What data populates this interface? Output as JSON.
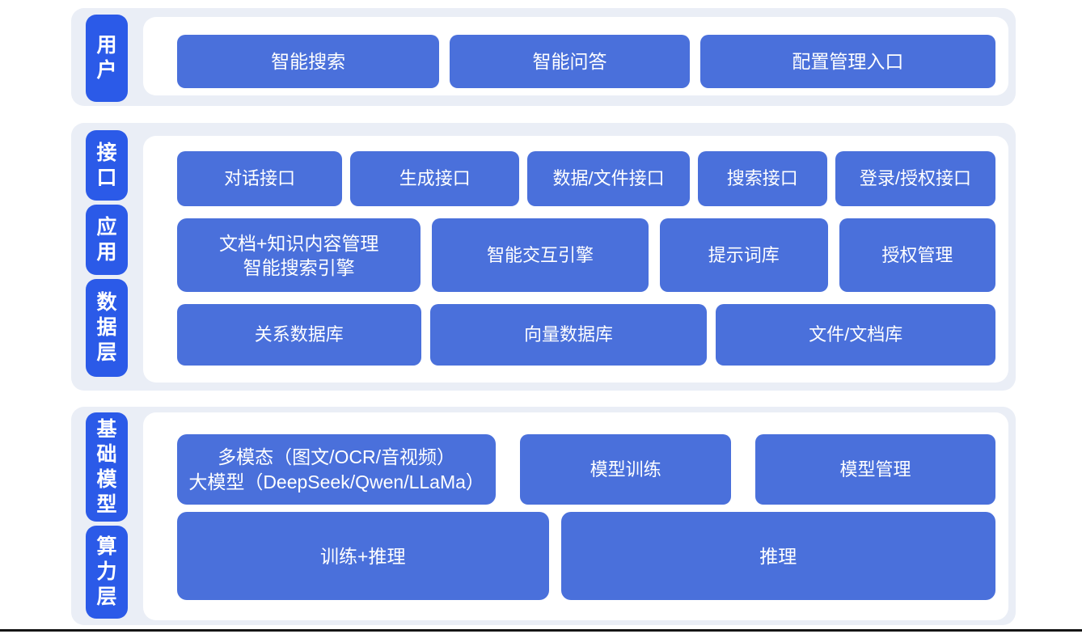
{
  "colors": {
    "section_background": "#eaeef6",
    "layer_label_blue": "#2b5ae8",
    "box_blue": "#4a70db",
    "box_text": "#ffffff",
    "bottom_rule": "#161616"
  },
  "sections": [
    {
      "name": "user-layer",
      "labels": [
        {
          "text": "用户"
        }
      ],
      "rows": [
        [
          {
            "text": "智能搜索"
          },
          {
            "text": "智能问答"
          },
          {
            "text": "配置管理入口"
          }
        ]
      ]
    },
    {
      "name": "interface-application-data-layer",
      "labels": [
        {
          "text": "接口"
        },
        {
          "text": "应用"
        },
        {
          "text": "数据层"
        }
      ],
      "rows": [
        [
          {
            "text": "对话接口"
          },
          {
            "text": "生成接口"
          },
          {
            "text": "数据/文件接口"
          },
          {
            "text": "搜索接口"
          },
          {
            "text": "登录/授权接口"
          }
        ],
        [
          {
            "lines": [
              "文档+知识内容管理",
              "智能搜索引擎"
            ]
          },
          {
            "text": "智能交互引擎"
          },
          {
            "text": "提示词库"
          },
          {
            "text": "授权管理"
          }
        ],
        [
          {
            "text": "关系数据库"
          },
          {
            "text": "向量数据库"
          },
          {
            "text": "文件/文档库"
          }
        ]
      ]
    },
    {
      "name": "foundation-model-compute-layer",
      "labels": [
        {
          "text": "基础模型"
        },
        {
          "text": "算力层"
        }
      ],
      "rows": [
        [
          {
            "lines": [
              "多模态（图文/OCR/音视频）",
              "大模型（DeepSeek/Qwen/LLaMa）"
            ]
          },
          {
            "text": "模型训练"
          },
          {
            "text": "模型管理"
          }
        ],
        [
          {
            "text": "训练+推理"
          },
          {
            "text": "推理"
          }
        ]
      ]
    }
  ]
}
